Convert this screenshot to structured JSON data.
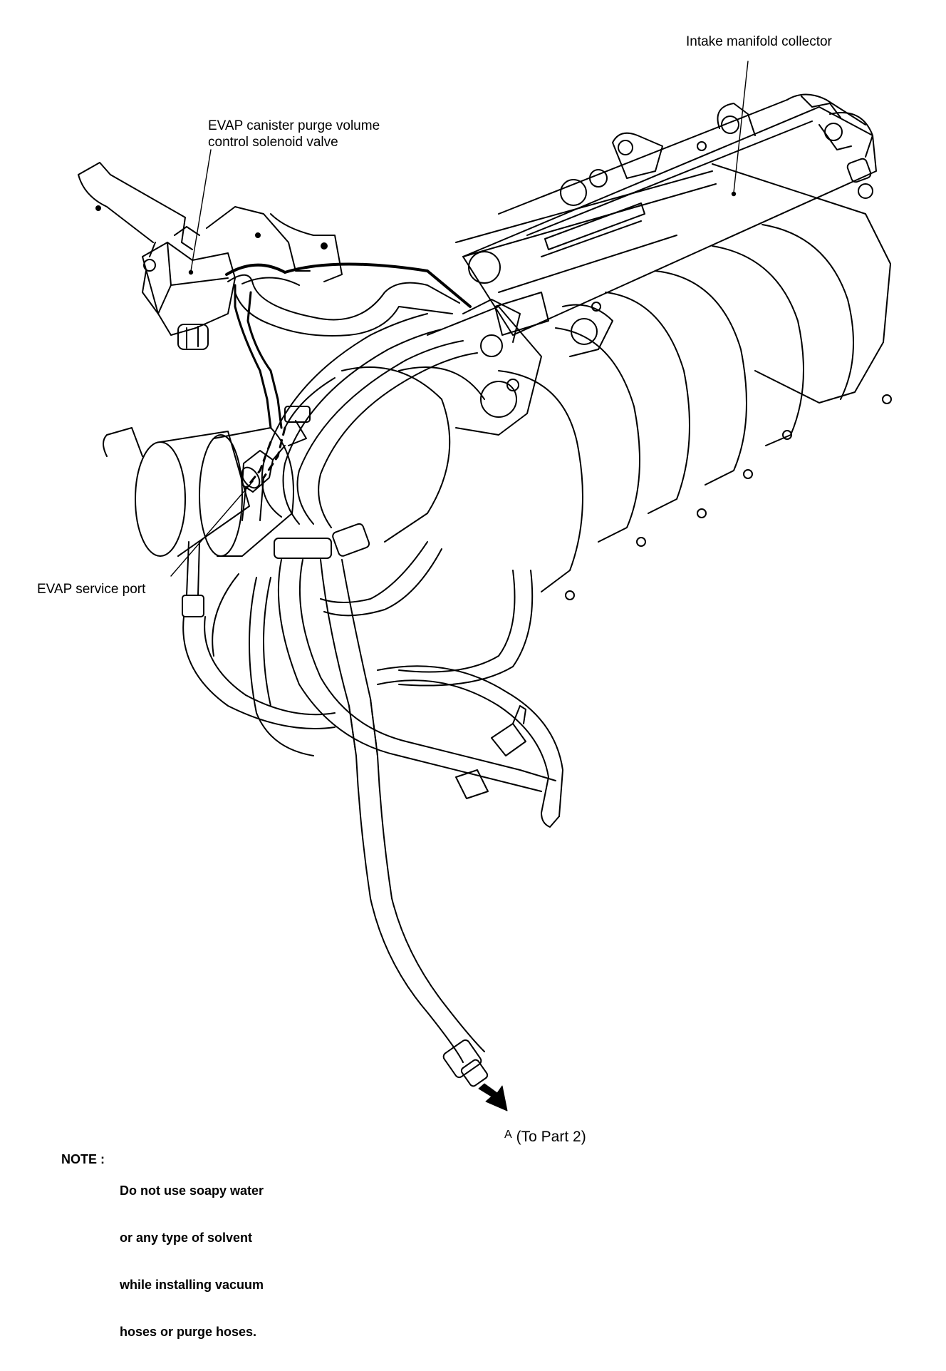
{
  "labels": {
    "intake_manifold_collector": "Intake manifold collector",
    "evap_solenoid_line1": "EVAP canister purge volume",
    "evap_solenoid_line2": "control solenoid valve",
    "evap_service_port": "EVAP service port",
    "arrow_letter": "A",
    "arrow_text": "(To Part 2)"
  },
  "note": {
    "heading": "NOTE :",
    "lines": [
      "Do not use soapy water",
      "or any type of solvent",
      "while installing vacuum",
      "hoses or purge hoses."
    ]
  },
  "colors": {
    "line": "#000000",
    "background": "#ffffff"
  }
}
